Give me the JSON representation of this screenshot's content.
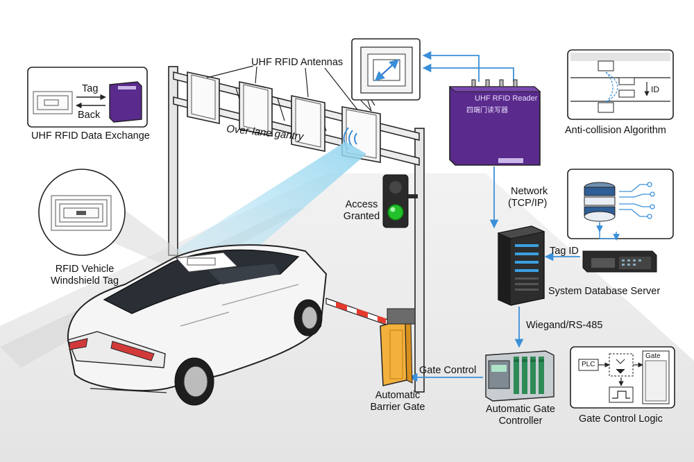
{
  "labels": {
    "data_exchange": "UHF RFID Data Exchange",
    "tag": "Tag",
    "back": "Back",
    "antennas": "UHF RFID Antennas",
    "gantry": "Over-lane gantry",
    "vehicle_tag_1": "RFID Vehicle",
    "vehicle_tag_2": "Windshield Tag",
    "access_1": "Access",
    "access_2": "Granted",
    "network_1": "Network",
    "network_2": "(TCP/IP)",
    "tag_id": "Tag ID",
    "db_server": "System Database Server",
    "anti_collision": "Anti-collision Algorithm",
    "id": "ID",
    "wiegand": "Wiegand/RS-485",
    "gate_control": "Gate Control",
    "barrier_1": "Automatic",
    "barrier_2": "Barrier Gate",
    "controller_1": "Automatic Gate",
    "controller_2": "Controller",
    "gate_logic": "Gate Control Logic",
    "plc": "PLC",
    "gate": "Gate",
    "reader_title": "UHF RFID Reader",
    "reader_sub": "四端门读写器"
  },
  "colors": {
    "reader_purple": "#5a2a8c",
    "signal_blue": "#3a8fd8",
    "beam_cyan": "#a9def0",
    "barrier_orange": "#f2b13c",
    "signal_green": "#22c02a",
    "ink": "#111111"
  }
}
